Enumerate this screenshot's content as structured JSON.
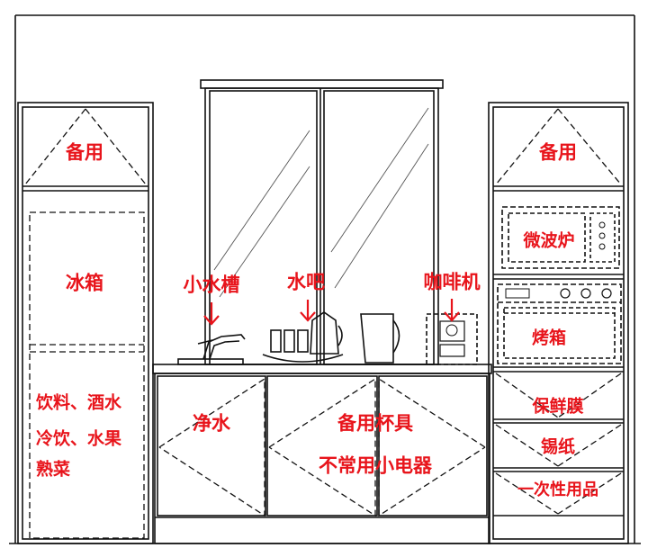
{
  "colors": {
    "line": "#111111",
    "label": "#e8141b",
    "background": "#ffffff"
  },
  "labels": {
    "left_top": "备用",
    "fridge": "冰箱",
    "fridge_line1": "饮料、酒水",
    "fridge_line2": "冷饮、水果",
    "fridge_line3": "熟菜",
    "sink": "小水槽",
    "water_bar": "水吧",
    "coffee": "咖啡机",
    "water_purifier": "净水",
    "spare_cups": "备用杯具",
    "small_appliances": "不常用小电器",
    "right_top": "备用",
    "microwave": "微波炉",
    "oven": "烤箱",
    "cling_film": "保鲜膜",
    "foil": "锡纸",
    "disposables": "一次性用品"
  },
  "icons": [
    "down-arrow-icon",
    "faucet-icon",
    "cups-icon",
    "kettle-icon",
    "coffee-machine-icon",
    "microwave-icon",
    "oven-icon"
  ]
}
